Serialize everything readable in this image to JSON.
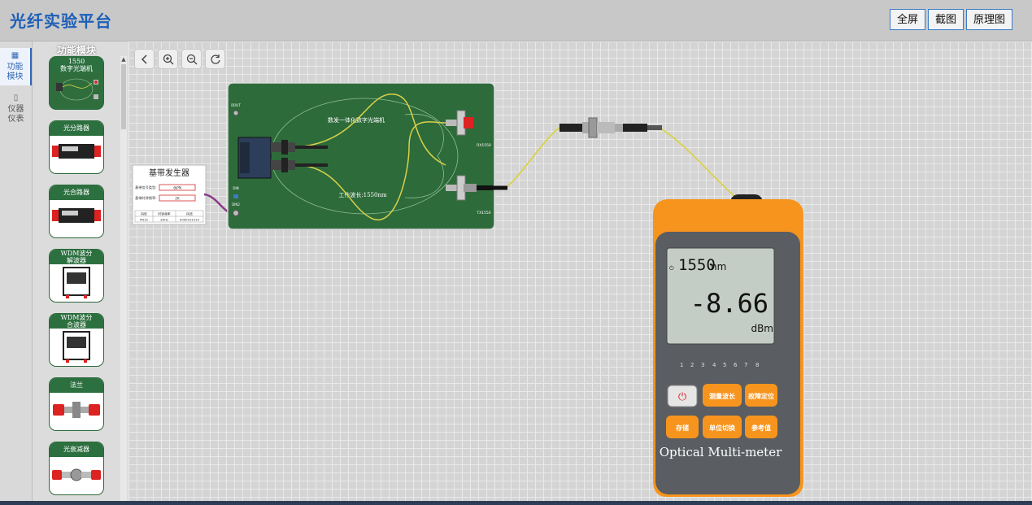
{
  "app": {
    "title": "光纤实验平台"
  },
  "header_buttons": {
    "fullscreen": "全屏",
    "screenshot": "截图",
    "schematic": "原理图"
  },
  "left_rail": {
    "modules_tab": "功能\n模块",
    "modules_line1": "功能",
    "modules_line2": "模块",
    "instruments_line1": "仪器",
    "instruments_line2": "仪表"
  },
  "module_panel": {
    "title": "功能模块",
    "items": [
      {
        "name_line1": "1550",
        "name_line2": "数字光端机"
      },
      {
        "name_line1": "光分路器",
        "name_line2": ""
      },
      {
        "name_line1": "光合路器",
        "name_line2": ""
      },
      {
        "name_line1": "WDM波分",
        "name_line2": "解波器"
      },
      {
        "name_line1": "WDM波分",
        "name_line2": "合波器"
      },
      {
        "name_line1": "法兰",
        "name_line2": ""
      },
      {
        "name_line1": "光衰减器",
        "name_line2": ""
      }
    ]
  },
  "toolbar": {
    "icons": [
      "back-icon",
      "zoom-in-icon",
      "zoom-out-icon",
      "refresh-icon"
    ]
  },
  "baseband": {
    "title": "基带发生器",
    "row1_label": "基带信号类型:",
    "row1_value": "伪PN",
    "row2_label": "基带时钟频率:",
    "row2_value": "2K",
    "table_headers": [
      "码型",
      "时钟频率",
      "码流"
    ],
    "table_values": [
      "PN15",
      "2KHz",
      "0000101010"
    ]
  },
  "board": {
    "title": "数发一体化数字光端机",
    "wavelength_label": "工作波长:1550nm",
    "port_top": "DOUT",
    "port_tx": "RX1550",
    "port_rx": "TX1550",
    "port_in1": "DIN",
    "port_in2": "DIN2"
  },
  "meter": {
    "wavelength": "1550",
    "wavelength_unit": "nm",
    "reading": "-8.66",
    "unit": "dBm",
    "scale_numbers": [
      "1",
      "2",
      "3",
      "4",
      "5",
      "6",
      "7",
      "8"
    ],
    "btn_measure_wavelength": "测量波长",
    "btn_fault_locate": "故障定位",
    "btn_store": "存储",
    "btn_unit_switch": "单位切换",
    "btn_reference": "参考值",
    "brand": "Optical Multi-meter"
  },
  "colors": {
    "accent": "#1d5fb8",
    "board_green": "#2e6b3a",
    "meter_orange": "#f7941d",
    "lcd": "#c3cdc5"
  }
}
